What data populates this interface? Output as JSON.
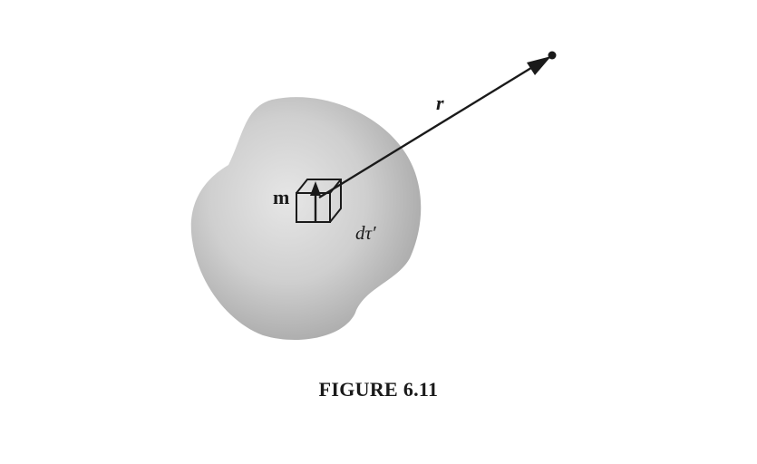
{
  "labels": {
    "moment": "m",
    "separation": "r",
    "volume_element": "dτ′"
  },
  "caption": "FIGURE 6.11"
}
